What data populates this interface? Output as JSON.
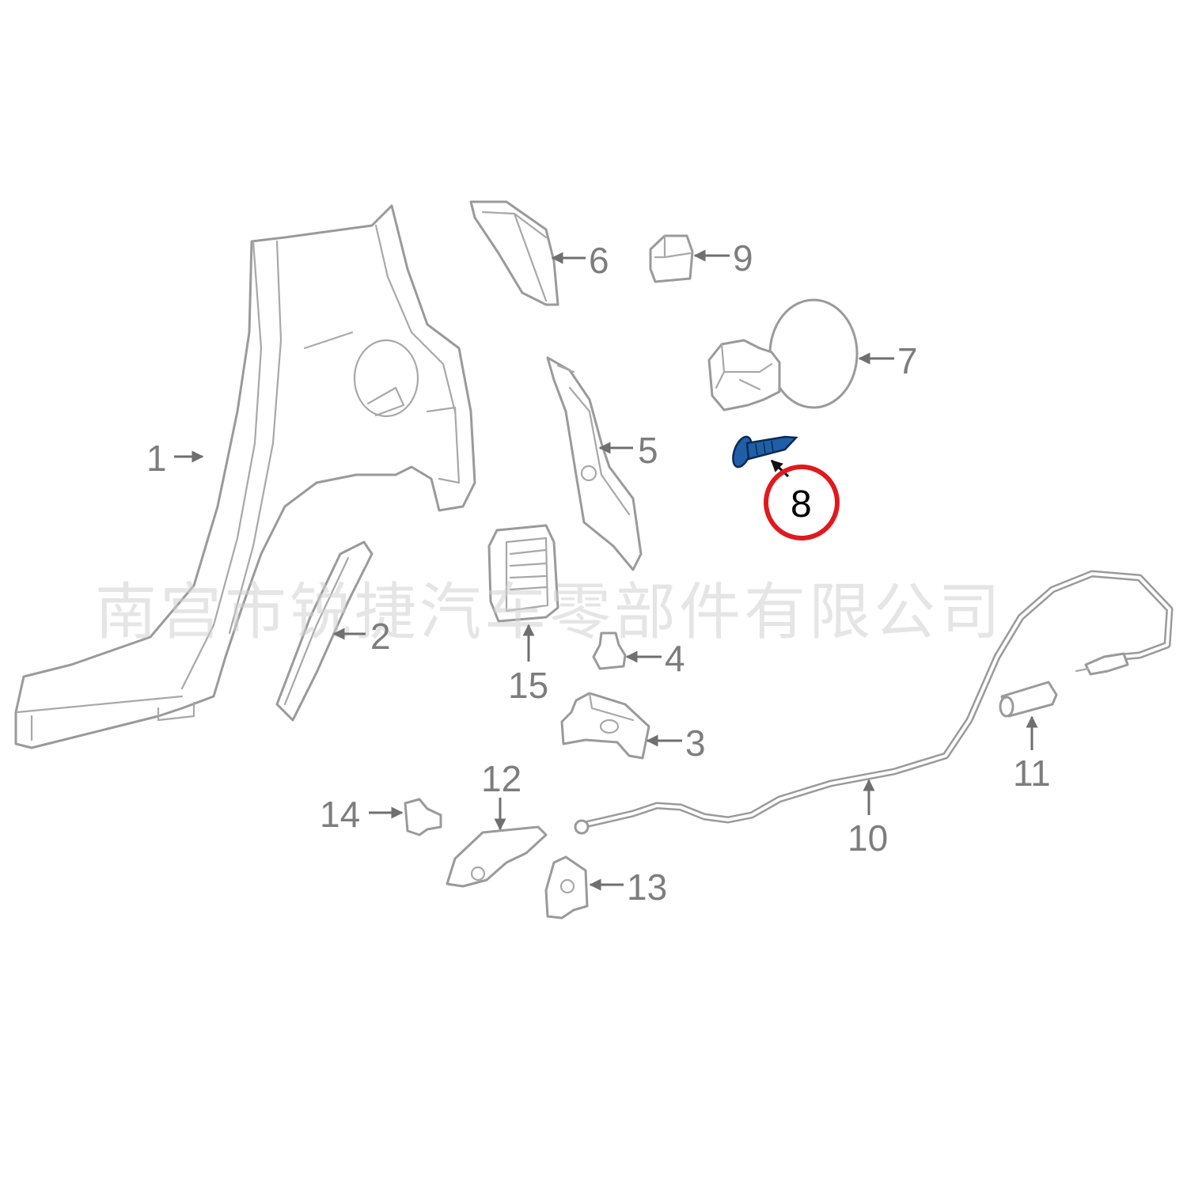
{
  "callouts": {
    "p1": "1",
    "p2": "2",
    "p3": "3",
    "p4": "4",
    "p5": "5",
    "p6": "6",
    "p7": "7",
    "p8": "8",
    "p9": "9",
    "p10": "10",
    "p11": "11",
    "p12": "12",
    "p13": "13",
    "p14": "14",
    "p15": "15"
  },
  "watermark": "南宫市锐捷汽车零部件有限公司",
  "colors": {
    "line_art": "#9a9a9a",
    "label_text": "#7d7d7d",
    "highlight_part": "#1f5fa8",
    "highlight_ring": "#e0191e"
  }
}
